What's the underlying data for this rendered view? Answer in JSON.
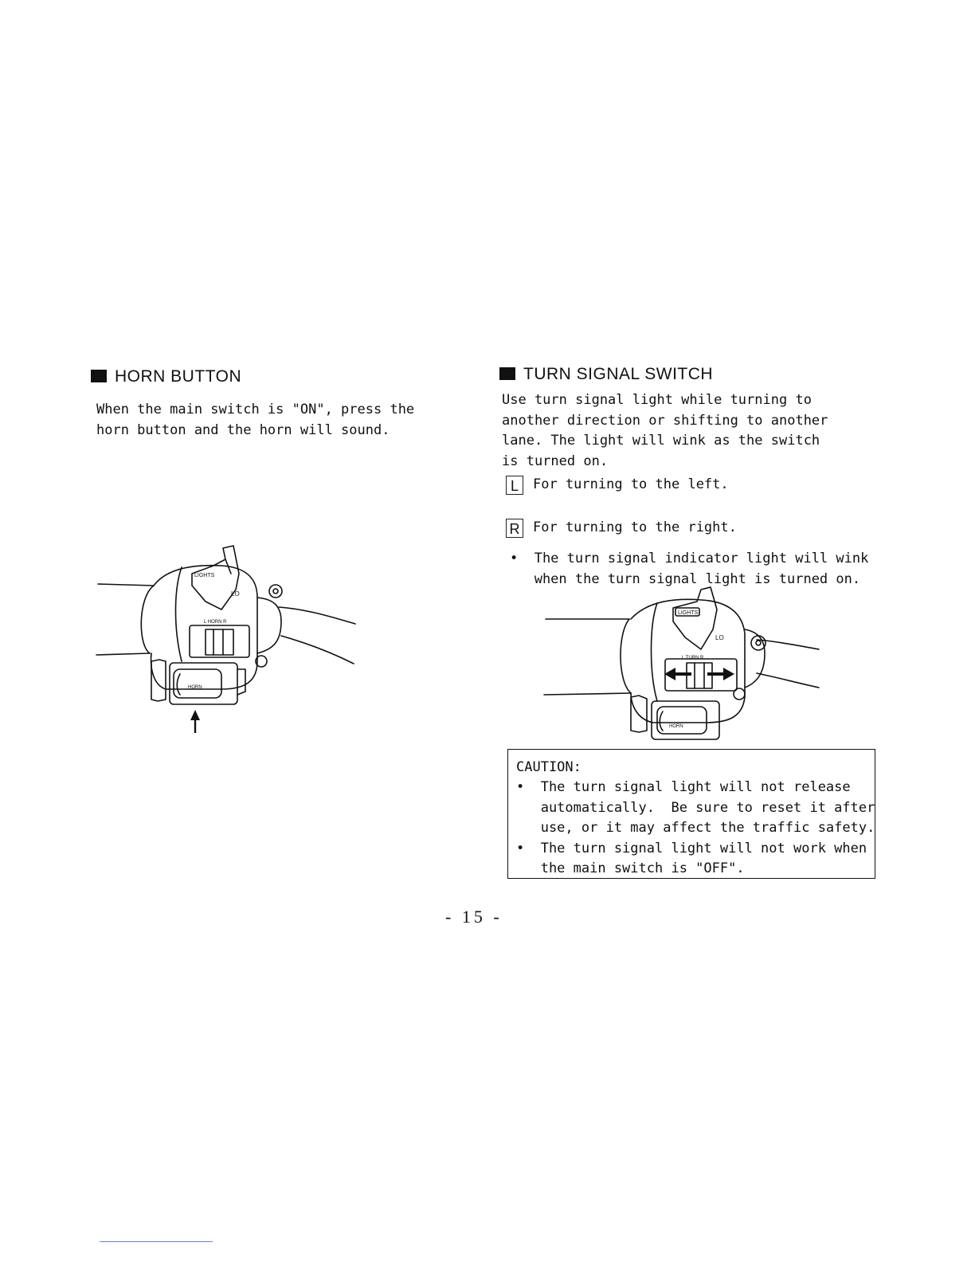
{
  "left": {
    "heading": "HORN BUTTON",
    "text_lines": [
      "When the main switch is \"ON\", press the",
      "horn button and the horn will sound."
    ],
    "figure_labels": {
      "lights": "LIGHTS",
      "horn_switch": "L  HORN  R",
      "horn": "HORN",
      "lo": "LO"
    }
  },
  "right": {
    "heading": "TURN SIGNAL SWITCH",
    "text_lines": [
      "Use turn signal light while turning to",
      "another direction or shifting to another",
      "lane.  The light will wink as the switch",
      "is turned on."
    ],
    "keys": [
      {
        "key": "L",
        "text": "For turning to the left."
      },
      {
        "key": "R",
        "text": "For turning to the right."
      }
    ],
    "note_lines": [
      "•  The turn signal indicator light will wink",
      "   when the turn signal light is turned on."
    ],
    "figure_labels": {
      "lights": "LIGHTS",
      "turn": "L  TURN  R",
      "horn": "HORN",
      "lo": "LO"
    },
    "caution": {
      "title": "CAUTION:",
      "lines": [
        "•  The turn signal light will not release",
        "   automatically.  Be sure to reset it after",
        "   use, or it may affect the traffic safety.",
        "•  The turn signal light will not work when",
        "   the main switch is \"OFF\"."
      ]
    }
  },
  "page_number": "- 15 -"
}
